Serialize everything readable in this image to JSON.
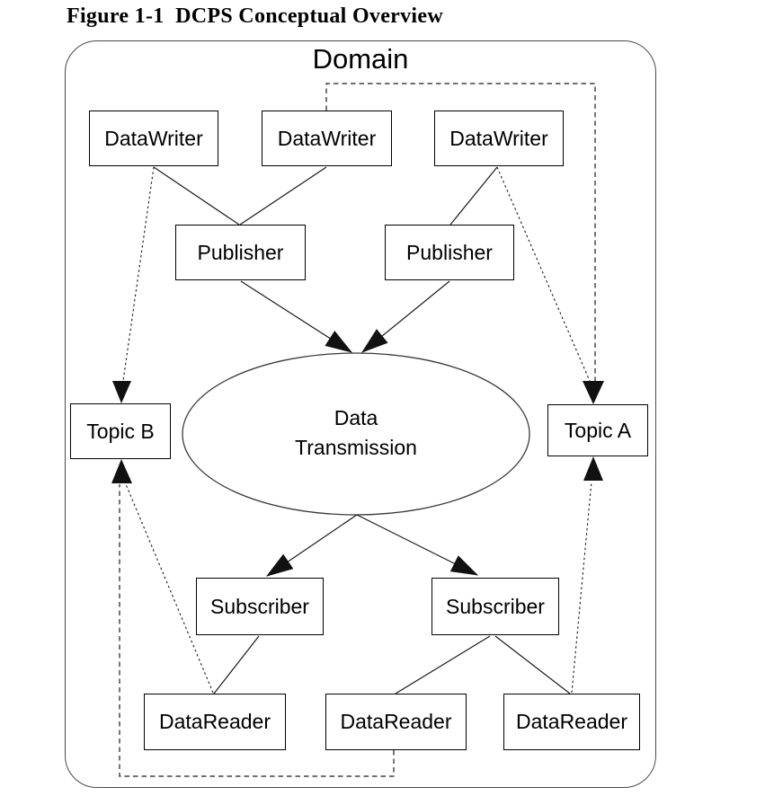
{
  "figure": {
    "caption": "Figure 1-1  DCPS Conceptual Overview",
    "container_label": "Domain"
  },
  "colors": {
    "line": "#1a1a1a",
    "border": "#000000",
    "node_fill": "#ffffff",
    "background": "#ffffff",
    "text": "#000000"
  },
  "nodes": {
    "datawriter1": {
      "label": "DataWriter"
    },
    "datawriter2": {
      "label": "DataWriter"
    },
    "datawriter3": {
      "label": "DataWriter"
    },
    "publisher1": {
      "label": "Publisher"
    },
    "publisher2": {
      "label": "Publisher"
    },
    "topic_b": {
      "label": "Topic B"
    },
    "topic_a": {
      "label": "Topic A"
    },
    "data_transmission": {
      "line1": "Data",
      "line2": "Transmission"
    },
    "subscriber1": {
      "label": "Subscriber"
    },
    "subscriber2": {
      "label": "Subscriber"
    },
    "datareader1": {
      "label": "DataReader"
    },
    "datareader2": {
      "label": "DataReader"
    },
    "datareader3": {
      "label": "DataReader"
    }
  },
  "connections": [
    {
      "from": "datawriter1",
      "to": "publisher1",
      "style": "solid",
      "arrow": false
    },
    {
      "from": "datawriter2",
      "to": "publisher1",
      "style": "solid",
      "arrow": false
    },
    {
      "from": "datawriter3",
      "to": "publisher2",
      "style": "solid",
      "arrow": false
    },
    {
      "from": "publisher1",
      "to": "data_transmission",
      "style": "solid",
      "arrow": true
    },
    {
      "from": "publisher2",
      "to": "data_transmission",
      "style": "solid",
      "arrow": true
    },
    {
      "from": "data_transmission",
      "to": "subscriber1",
      "style": "solid",
      "arrow": true
    },
    {
      "from": "data_transmission",
      "to": "subscriber2",
      "style": "solid",
      "arrow": true
    },
    {
      "from": "subscriber1",
      "to": "datareader1",
      "style": "solid",
      "arrow": false
    },
    {
      "from": "subscriber2",
      "to": "datareader2",
      "style": "solid",
      "arrow": false
    },
    {
      "from": "subscriber2",
      "to": "datareader3",
      "style": "solid",
      "arrow": false
    },
    {
      "from": "datawriter1",
      "to": "topic_b",
      "style": "dashed-diagonal",
      "arrow": true
    },
    {
      "from": "datawriter2",
      "to": "topic_a",
      "style": "dashed-orthogonal",
      "arrow": true
    },
    {
      "from": "datawriter3",
      "to": "topic_a",
      "style": "dashed-diagonal",
      "arrow": true
    },
    {
      "from": "datareader1",
      "to": "topic_b",
      "style": "dashed-diagonal",
      "arrow": true
    },
    {
      "from": "datareader2",
      "to": "topic_b",
      "style": "dashed-orthogonal",
      "arrow": true
    },
    {
      "from": "datareader3",
      "to": "topic_a",
      "style": "dashed-diagonal",
      "arrow": true
    }
  ]
}
